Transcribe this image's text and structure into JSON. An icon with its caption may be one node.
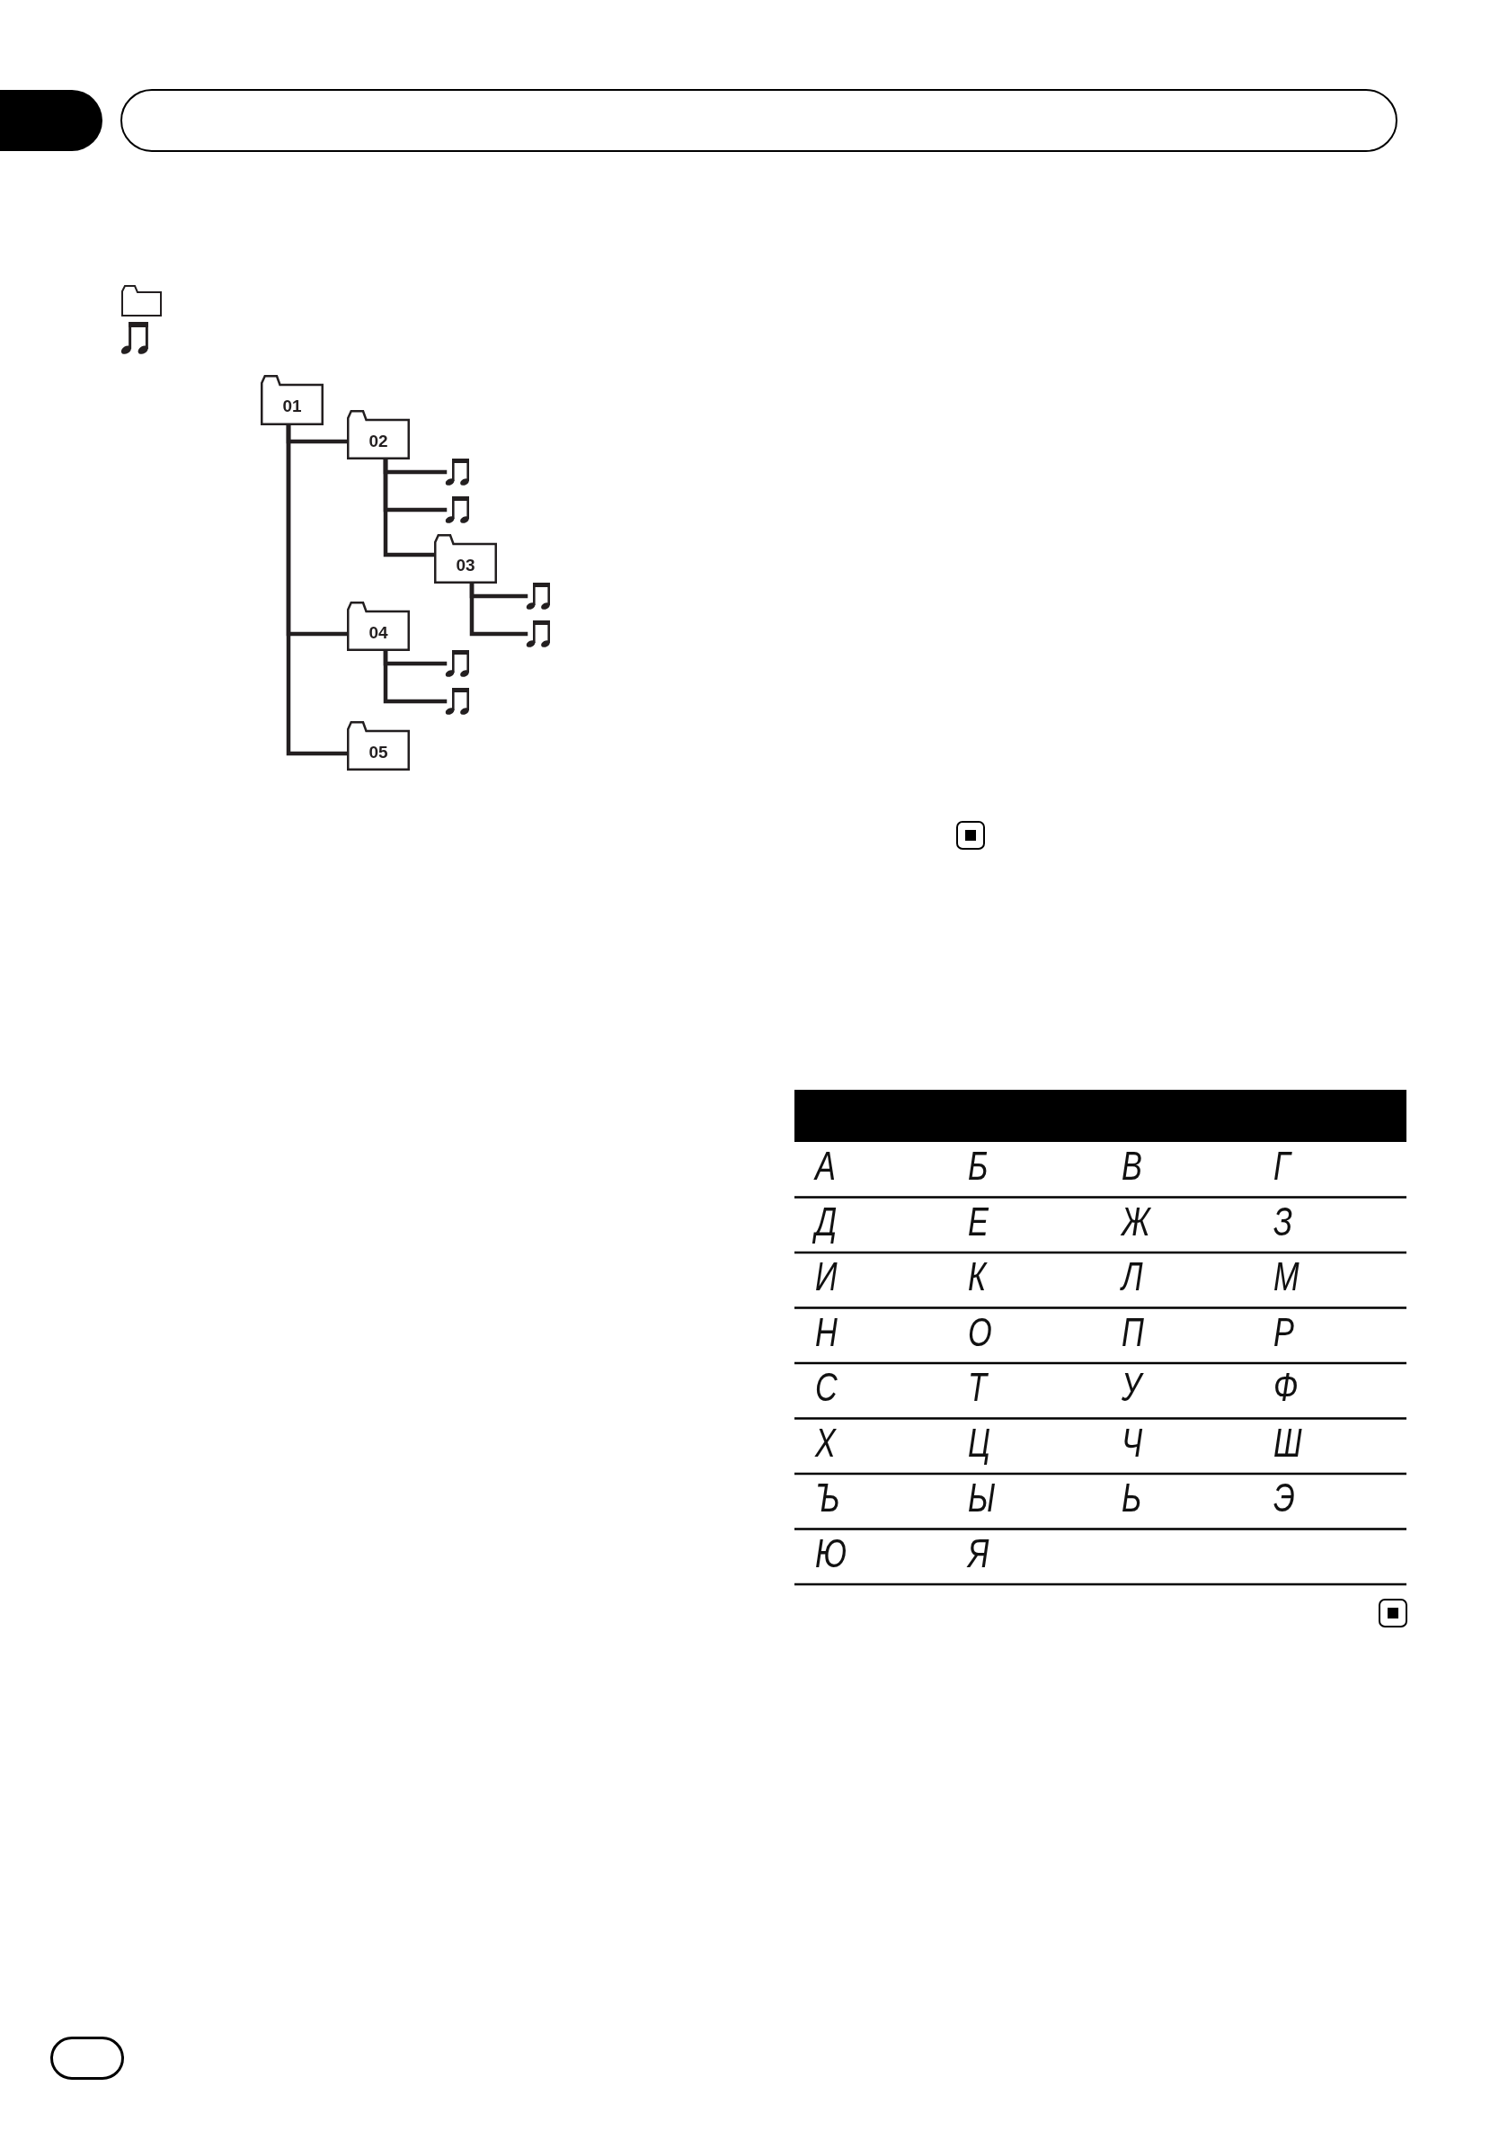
{
  "diagram": {
    "nodes": [
      {
        "text": [
          "01"
        ]
      },
      {
        "text": [
          "02"
        ]
      },
      {
        "text": [],
        "shape": "picture"
      },
      {
        "text": [],
        "shape": "picture"
      },
      {
        "text": [
          "03"
        ]
      },
      {
        "text": [],
        "shape": "picture"
      },
      {
        "text": [],
        "shape": "picture"
      },
      {
        "text": [
          "04"
        ]
      },
      {
        "text": [],
        "shape": "picture"
      },
      {
        "text": [],
        "shape": "picture"
      },
      {
        "text": [
          "05"
        ]
      }
    ],
    "edges": [
      {
        "from": 0,
        "to": 1,
        "arrow": "none"
      },
      {
        "from": 1,
        "to": 2,
        "arrow": "none"
      },
      {
        "from": 1,
        "to": 3,
        "arrow": "none"
      },
      {
        "from": 1,
        "to": 4,
        "arrow": "none"
      },
      {
        "from": 4,
        "to": 5,
        "arrow": "none"
      },
      {
        "from": 4,
        "to": 6,
        "arrow": "none"
      },
      {
        "from": 0,
        "to": 7,
        "arrow": "none"
      },
      {
        "from": 7,
        "to": 8,
        "arrow": "none"
      },
      {
        "from": 7,
        "to": 9,
        "arrow": "none"
      },
      {
        "from": 0,
        "to": 10,
        "arrow": "none"
      }
    ],
    "labels": [
      "А",
      "Б",
      "В",
      "Г",
      "Д",
      "Е",
      "Ж",
      "З",
      "И",
      "К",
      "Л",
      "М",
      "Н",
      "О",
      "П",
      "Р",
      "С",
      "Т",
      "У",
      "Ф",
      "Х",
      "Ц",
      "Ч",
      "Ш",
      "Ъ",
      "Ы",
      "Ь",
      "Э",
      "Ю",
      "Я"
    ]
  }
}
